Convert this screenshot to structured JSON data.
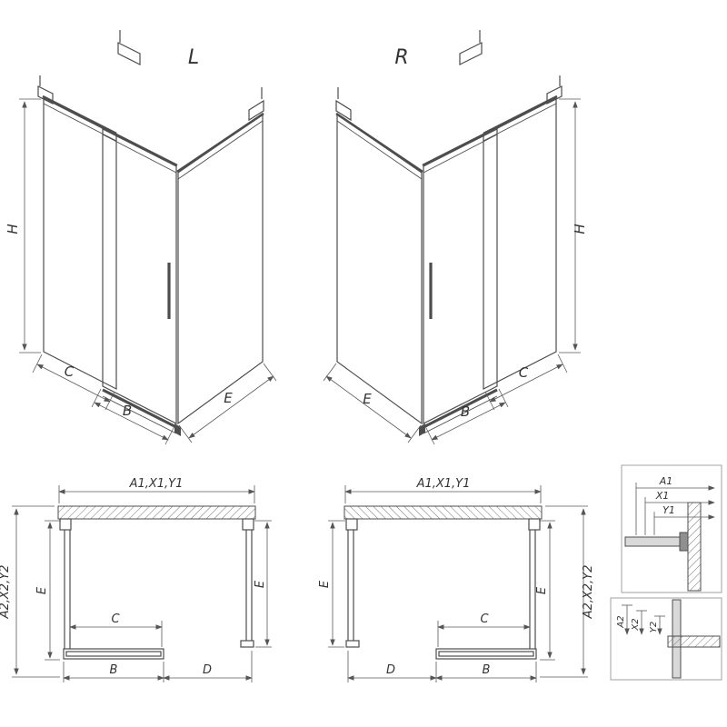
{
  "views": {
    "iso_left": {
      "variant_label": "L",
      "dims": {
        "h": "H",
        "c": "C",
        "b": "B",
        "e": "E"
      }
    },
    "iso_right": {
      "variant_label": "R",
      "dims": {
        "h": "H",
        "c": "C",
        "b": "B",
        "e": "E"
      }
    },
    "plan_left": {
      "dims": {
        "width_top": "A1,X1,Y1",
        "depth_side": "A2,X2,Y2",
        "e_left": "E",
        "e_right": "E",
        "c": "C",
        "b": "B",
        "d": "D"
      }
    },
    "plan_right": {
      "dims": {
        "width_top": "A1,X1,Y1",
        "depth_side": "A2,X2,Y2",
        "e_left": "E",
        "e_right": "E",
        "c": "C",
        "b": "B",
        "d": "D"
      }
    },
    "detail_top": {
      "dims": {
        "a1": "A1",
        "x1": "X1",
        "y1": "Y1"
      }
    },
    "detail_bottom": {
      "dims": {
        "a2": "A2",
        "x2": "X2",
        "y2": "Y2"
      }
    }
  },
  "colors": {
    "background": "#ffffff",
    "line": "#4d4d4d",
    "text": "#333333"
  }
}
